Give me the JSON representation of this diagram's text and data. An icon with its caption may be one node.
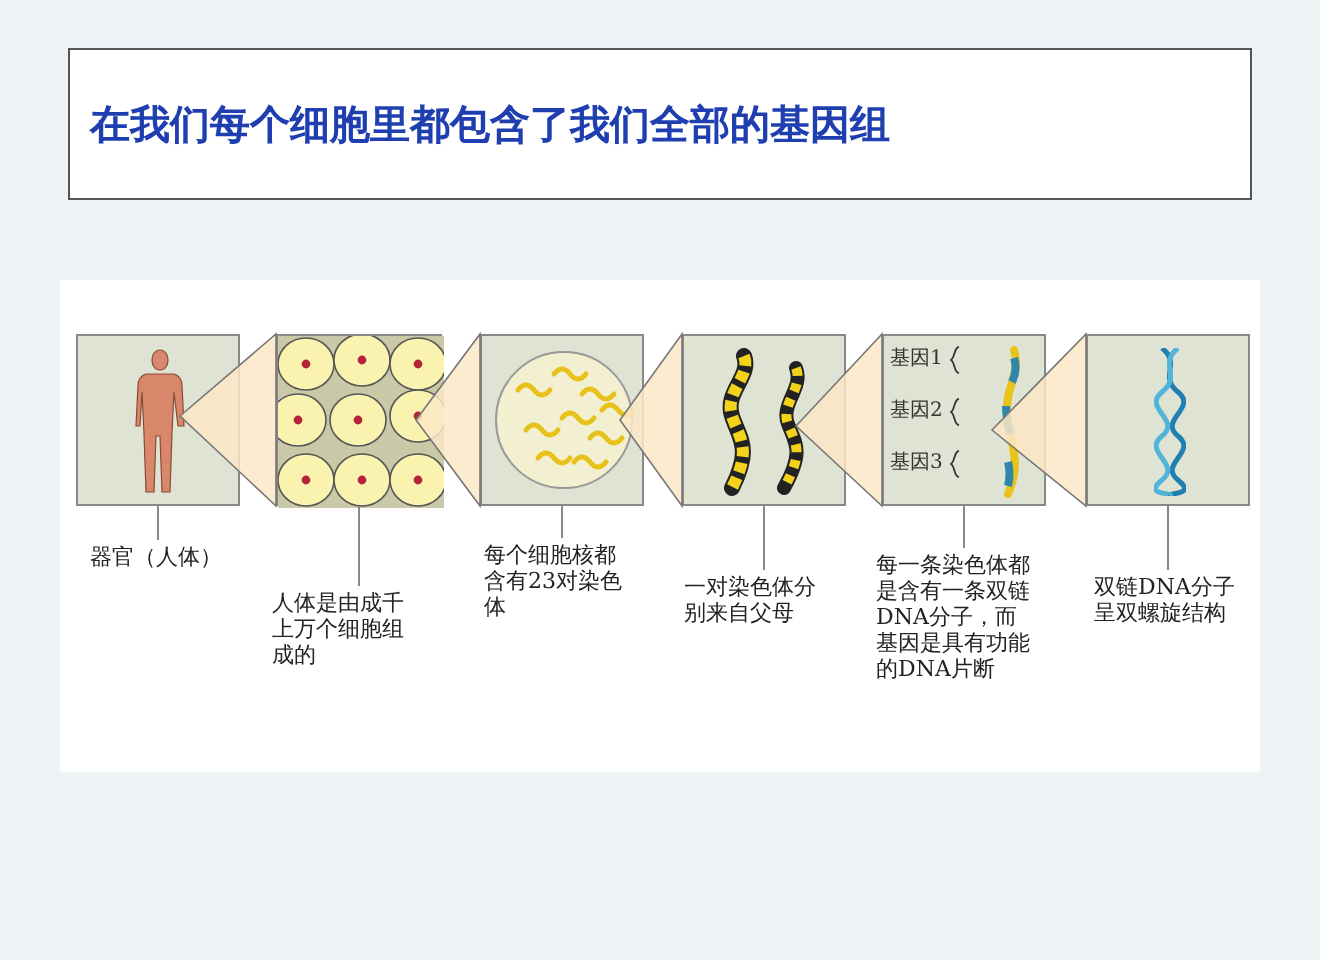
{
  "diagram": {
    "title": "在我们每个细胞里都包含了我们全部的基因组",
    "nodes": [
      {
        "text": [],
        "shape": "picture"
      },
      {
        "text": [],
        "shape": "picture"
      },
      {
        "text": [],
        "shape": "picture"
      },
      {
        "text": [],
        "shape": "picture"
      },
      {
        "text": [],
        "shape": "picture"
      },
      {
        "text": [],
        "shape": "picture"
      },
      {
        "text": [
          "器官（人体）"
        ]
      },
      {
        "text": [
          "人体是由成千上万个细胞组成的"
        ]
      },
      {
        "text": [
          "每个细胞核都含有23对染色体"
        ]
      },
      {
        "text": [
          "一对染色体分别来自父母"
        ]
      },
      {
        "text": [
          "每一条染色体都是含有一条双链DNA分子，而基因是具有功能的DNA片断"
        ]
      },
      {
        "text": [
          "双链DNA分子呈双螺旋结构"
        ]
      }
    ],
    "edges": [
      {
        "from": 6,
        "to": 0,
        "arrow": "none"
      },
      {
        "from": 7,
        "to": 1,
        "arrow": "none"
      },
      {
        "from": 8,
        "to": 2,
        "arrow": "none"
      },
      {
        "from": 9,
        "to": 3,
        "arrow": "none"
      },
      {
        "from": 10,
        "to": 4,
        "arrow": "none"
      },
      {
        "from": 11,
        "to": 5,
        "arrow": "none"
      }
    ],
    "labels": [
      "基因1",
      "基因2",
      "基因3"
    ]
  }
}
